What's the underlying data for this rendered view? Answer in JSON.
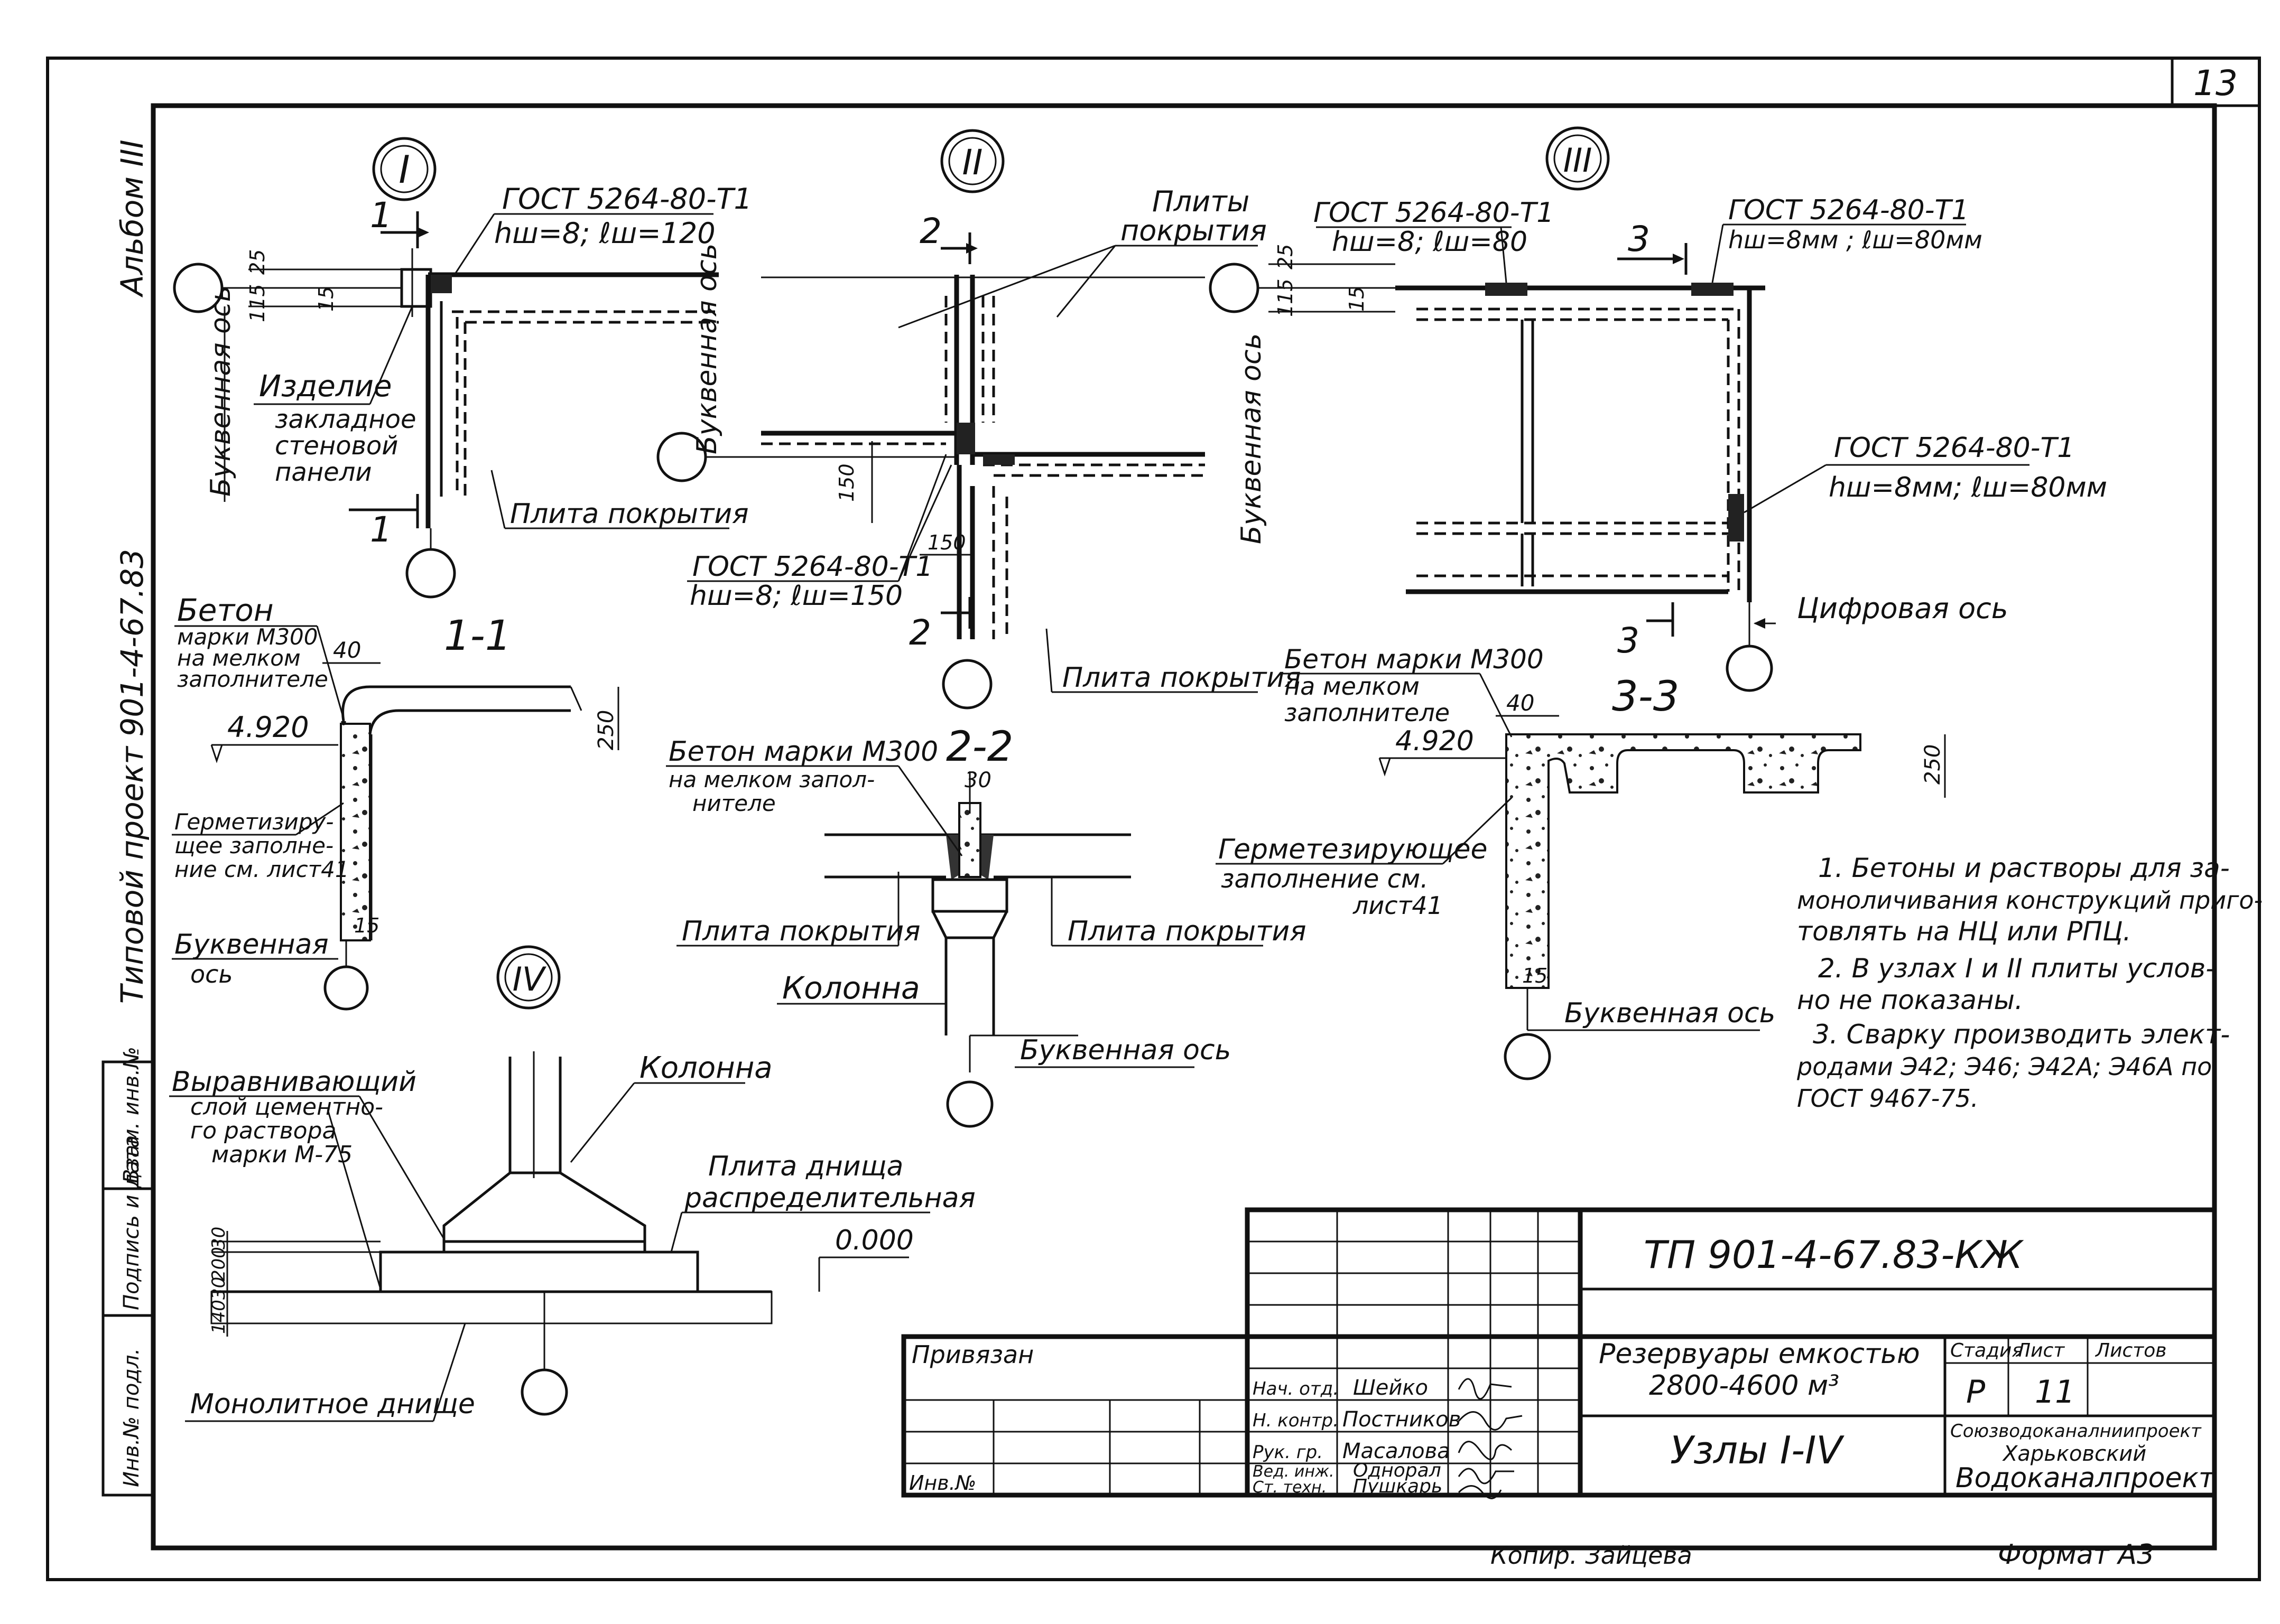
{
  "sheet": {
    "number": "13",
    "album": "Альбом III",
    "project": "Типовой проект 901-4-67.83",
    "copied_by": "Копир. Зайцева",
    "format": "Формат А3"
  },
  "left_stamp": [
    "Взам. инв.№",
    "Подпись и дата",
    "Инв.№ подл."
  ],
  "nodes": {
    "n1": {
      "mark": "I",
      "gost": "ГОСТ 5264-80-Т1",
      "weld": "hш=8; ℓш=120",
      "cut": "1",
      "item_label": "Изделие",
      "item_desc": [
        "закладное",
        "стеновой",
        "панели"
      ],
      "slab": "Плита покрытия",
      "axis": "Буквенная ось",
      "dim_25": "25",
      "dim_115": "115",
      "dim_15": "15"
    },
    "n2": {
      "mark": "II",
      "slabs_top": [
        "Плиты",
        "покрытия"
      ],
      "cut": "2",
      "axis": "Буквенная ось",
      "gost": "ГОСТ 5264-80-Т1",
      "weld": "hш=8; ℓш=150",
      "slab": "Плита покрытия",
      "dim_150a": "150",
      "dim_150b": "150"
    },
    "n3": {
      "mark": "III",
      "gost_a": "ГОСТ 5264-80-Т1",
      "weld_a": "hш=8; ℓш=80",
      "gost_b": "ГОСТ 5264-80-Т1",
      "weld_b": "hш=8мм ; ℓш=80мм",
      "gost_c": "ГОСТ 5264-80-Т1",
      "weld_c": "hш=8мм; ℓш=80мм",
      "cut": "3",
      "axis": "Буквенная ось",
      "num_axis": "Цифровая ось",
      "dim_25": "25",
      "dim_115": "115",
      "dim_15": "15"
    },
    "n4": {
      "mark": "IV",
      "column": "Колонна",
      "leveling": [
        "Выравнивающий",
        "слой цементно-",
        "го раствора",
        "марки М-75"
      ],
      "bottom_slab": [
        "Плита днища",
        "распределительная"
      ],
      "monolithic": "Монолитное днище",
      "level": "0.000",
      "dims": [
        "30",
        "200",
        "30",
        "140"
      ]
    }
  },
  "sections": {
    "s11": {
      "title": "1-1",
      "concrete": [
        "Бетон",
        "марки М300",
        "на мелком",
        "заполнителе"
      ],
      "dim_40": "40",
      "level": "4.920",
      "dim_250": "250",
      "sealing": [
        "Герметизиру-",
        "щее заполне-",
        "ние см. лист41"
      ],
      "dim_15": "15",
      "axis": [
        "Буквенная",
        "ось"
      ]
    },
    "s22": {
      "title": "2-2",
      "concrete": [
        "Бетон марки М300",
        "на мелком запол-",
        "нителе"
      ],
      "dim_30": "30",
      "slab_left": "Плита покрытия",
      "slab_right": "Плита покрытия",
      "column": "Колонна",
      "axis": "Буквенная ось"
    },
    "s33": {
      "title": "3-3",
      "concrete": [
        "Бетон марки М300",
        "на мелком",
        "заполнителе"
      ],
      "dim_40": "40",
      "level": "4.920",
      "dim_250": "250",
      "sealing": [
        "Герметезирующее",
        "заполнение см.",
        "лист41"
      ],
      "dim_15": "15",
      "axis": "Буквенная ось"
    }
  },
  "notes": [
    "1. Бетоны и растворы для за-",
    "моноличивания конструкций приго-",
    "товлять на НЦ или РПЦ.",
    "2. В узлах I и II плиты услов-",
    "но не показаны.",
    "3. Сварку производить элект-",
    "родами Э42; Э46; Э42А; Э46А по",
    "ГОСТ 9467-75."
  ],
  "title_block": {
    "code": "ТП 901-4-67.83-КЖ",
    "title": [
      "Резервуары емкостью",
      "2800-4600 м³"
    ],
    "sheet_name": "Узлы I-IV",
    "stage_h": "Стадия",
    "sheet_h": "Лист",
    "sheets_h": "Листов",
    "stage": "Р",
    "sheet": "11",
    "org": [
      "Союзводоканалниипроект",
      "Харьковский",
      "Водоканалпроект"
    ],
    "bound": "Привязан",
    "inv": "Инв.№",
    "roles": [
      {
        "role": "Нач. отд.",
        "name": "Шейко"
      },
      {
        "role": "Н. контр.",
        "name": "Постников"
      },
      {
        "role": "Рук. гр.",
        "name": "Масалова"
      },
      {
        "role": "Вед. инж.",
        "name": "Однорал"
      },
      {
        "role": "Ст. техн.",
        "name": "Пушкарь"
      }
    ]
  }
}
